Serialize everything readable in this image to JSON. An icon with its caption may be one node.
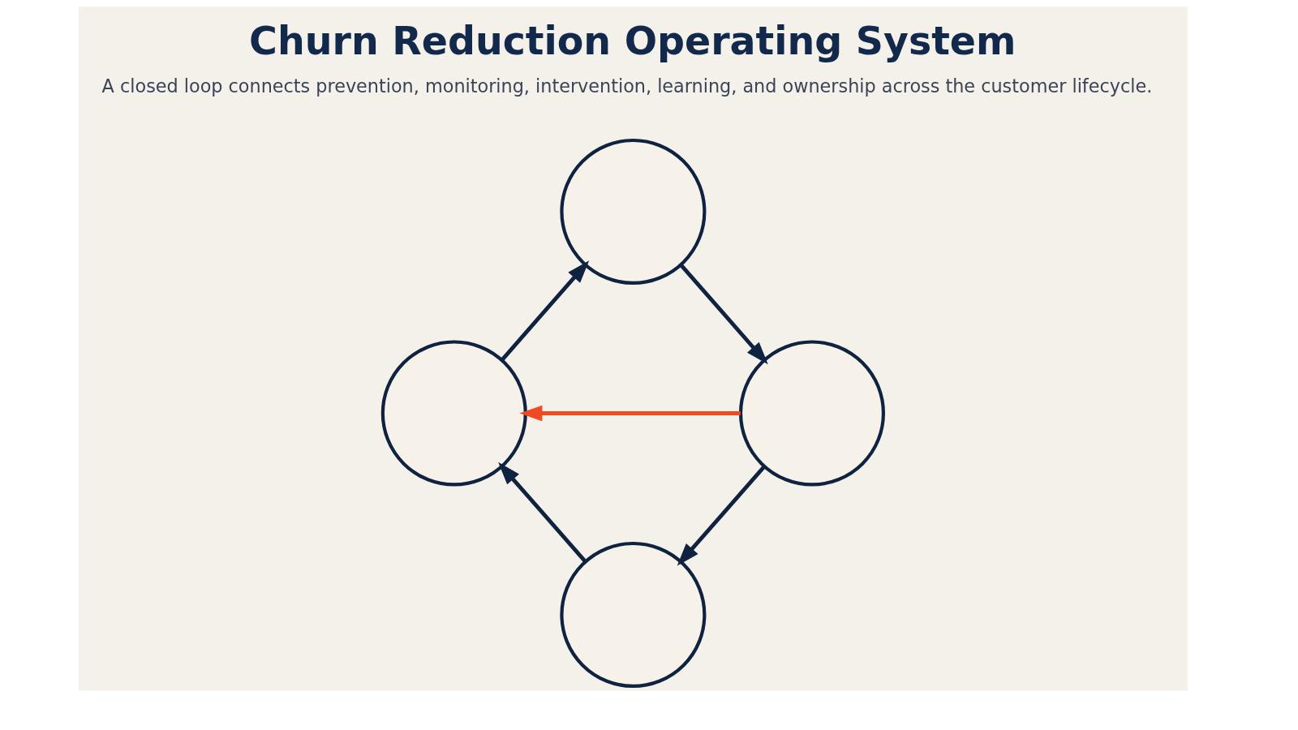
{
  "diagram": {
    "title": "Churn Reduction Operating System",
    "caption": "A closed loop connects prevention, monitoring, intervention, learning, and ownership across the customer lifecycle.",
    "nodes": [
      {
        "text": [],
        "shape": "circle"
      },
      {
        "text": [],
        "shape": "circle"
      },
      {
        "text": [],
        "shape": "circle"
      },
      {
        "text": [],
        "shape": "circle"
      }
    ],
    "edges": [
      {
        "from": 1,
        "to": 0,
        "arrow": "to"
      },
      {
        "from": 0,
        "to": 2,
        "arrow": "to"
      },
      {
        "from": 2,
        "to": 3,
        "arrow": "to"
      },
      {
        "from": 3,
        "to": 1,
        "arrow": "to"
      },
      {
        "from": 2,
        "to": 1,
        "arrow": "to",
        "color": "#f04a23"
      }
    ]
  }
}
